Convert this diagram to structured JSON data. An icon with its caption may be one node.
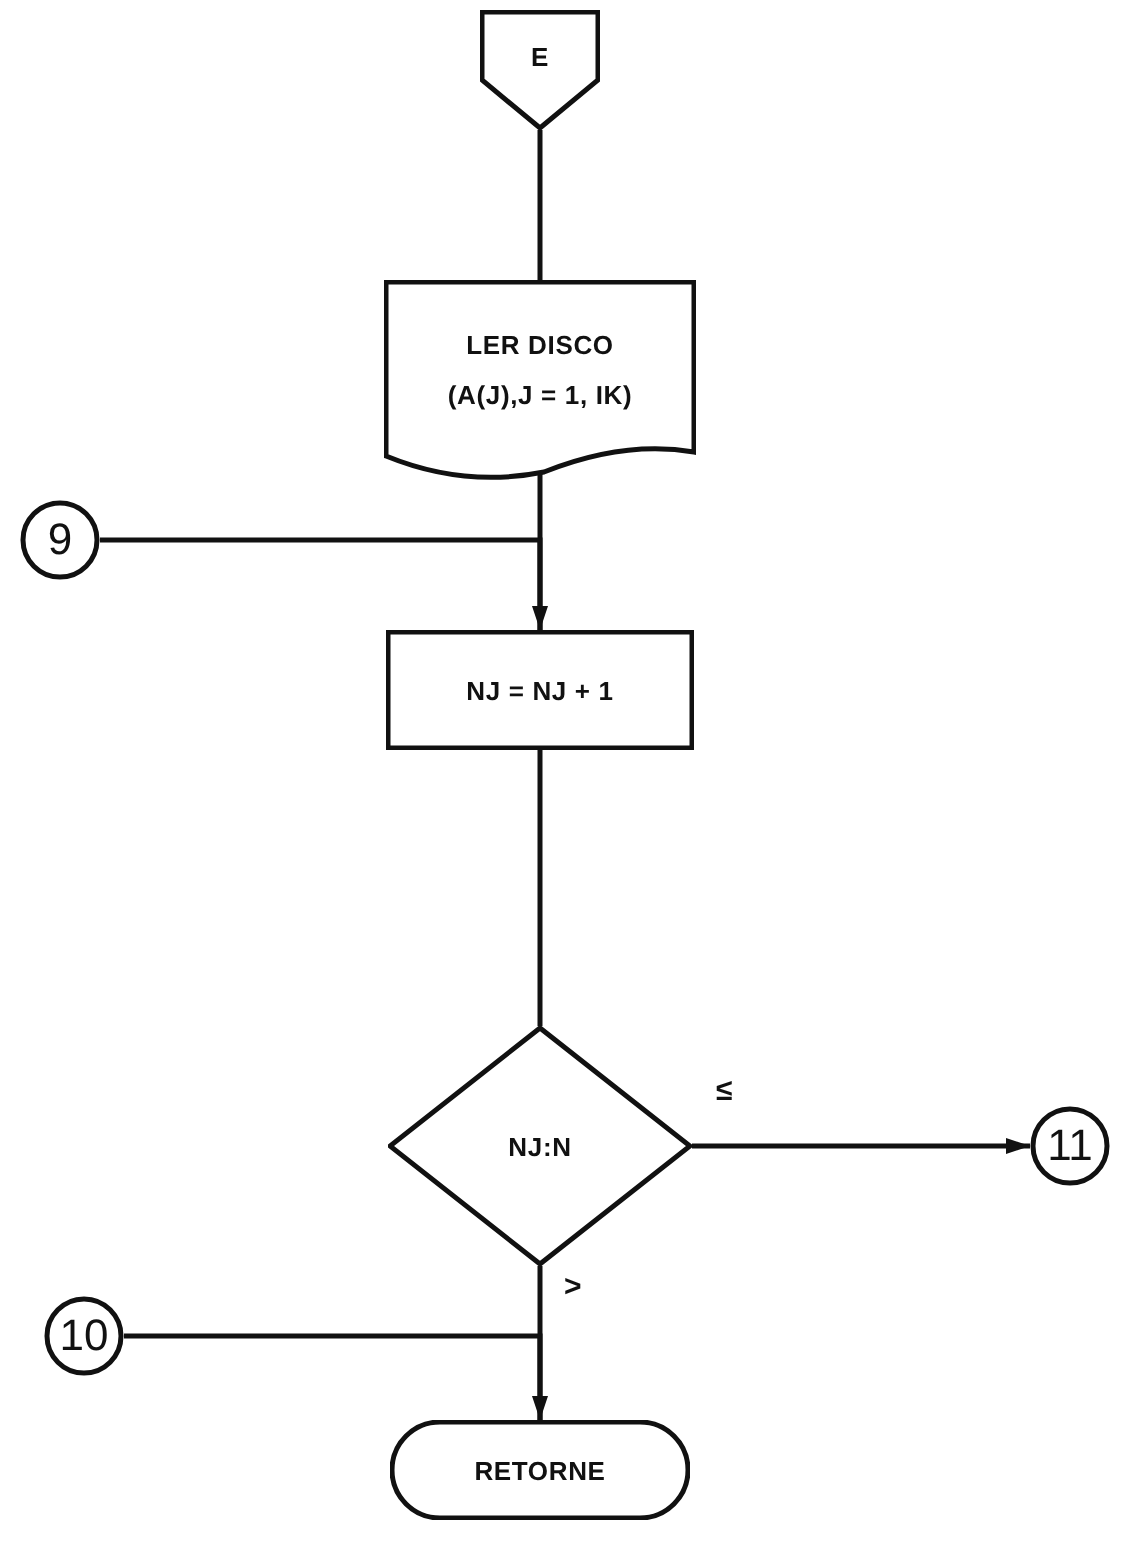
{
  "diagram": {
    "nodes": [
      {
        "text": [
          "E"
        ]
      },
      {
        "text": [
          "LER DISCO",
          "(A(J),J = 1, IK)"
        ]
      },
      {
        "text": [
          "9"
        ]
      },
      {
        "text": [
          "NJ = NJ + 1"
        ]
      },
      {
        "text": [
          "NJ:N"
        ]
      },
      {
        "text": [
          "11"
        ]
      },
      {
        "text": [
          "10"
        ]
      },
      {
        "text": [
          "RETORNE"
        ]
      }
    ],
    "edges": [
      {
        "from": 0,
        "to": 1,
        "arrow": "none"
      },
      {
        "from": 1,
        "to": 3,
        "arrow": "none"
      },
      {
        "from": 2,
        "to": 3,
        "arrow": "to"
      },
      {
        "from": 3,
        "to": 4,
        "arrow": "none"
      },
      {
        "from": 4,
        "to": 5,
        "arrow": "to",
        "label": "≤"
      },
      {
        "from": 4,
        "to": 7,
        "arrow": "none",
        "label": ">"
      },
      {
        "from": 6,
        "to": 7,
        "arrow": "to"
      }
    ]
  }
}
